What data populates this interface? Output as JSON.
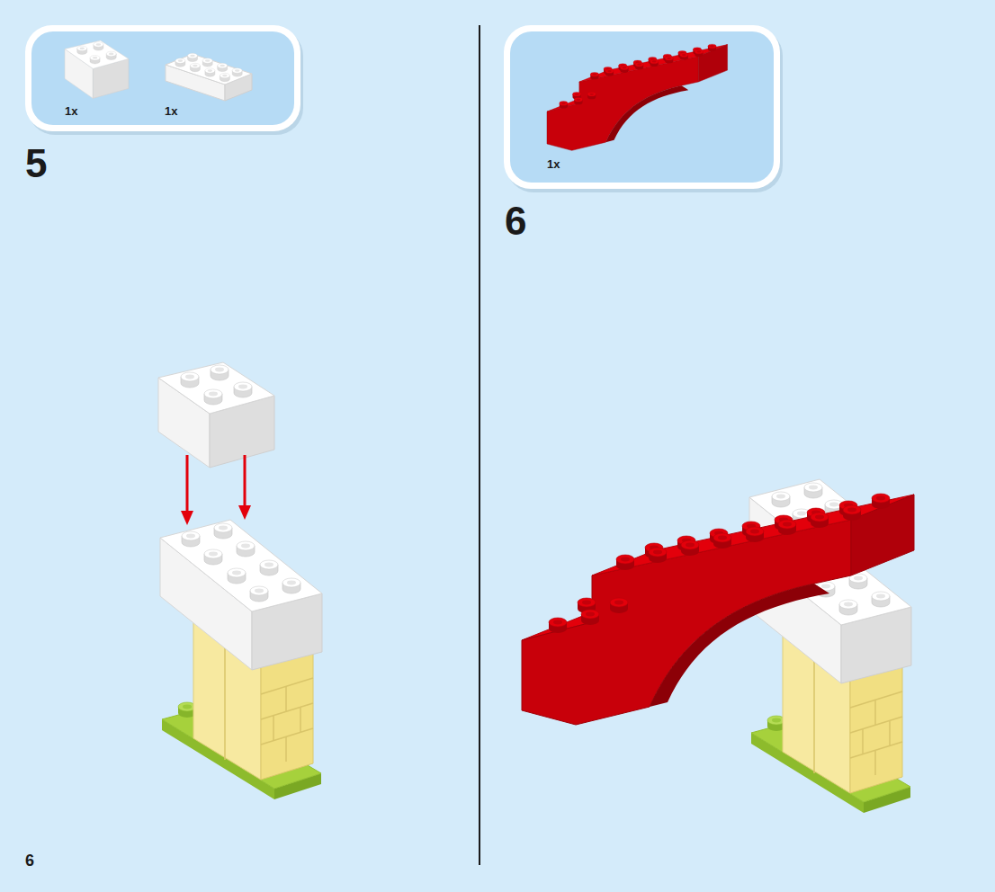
{
  "diagram": {
    "nodes": [
      {
        "text": [
          "1x",
          "1x"
        ]
      },
      {
        "text": [
          "1x"
        ]
      }
    ],
    "labels": [
      "5",
      "6",
      "6"
    ]
  }
}
